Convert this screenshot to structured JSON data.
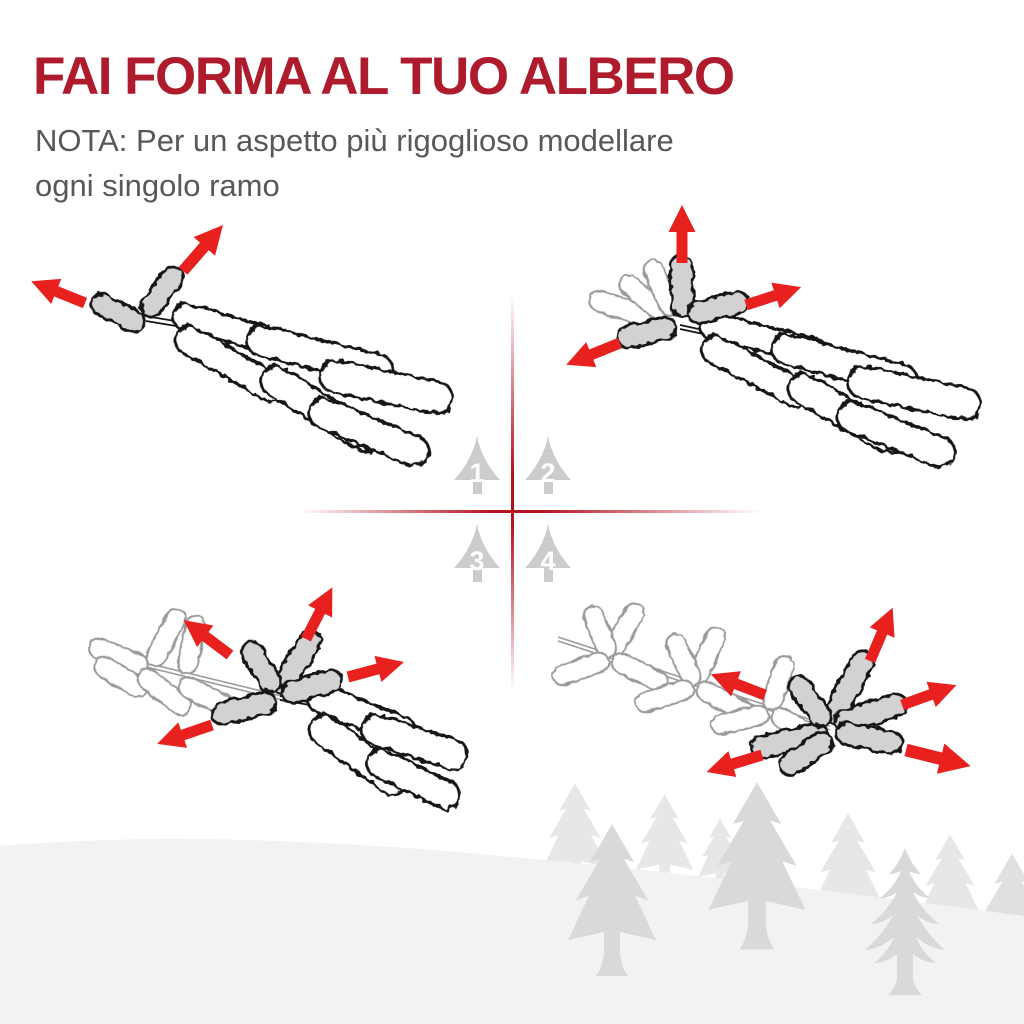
{
  "header": {
    "title": "FAI FORMA AL TUO ALBERO",
    "note_lines": [
      "NOTA: Per un aspetto più rigoglioso modellare",
      "ogni singolo ramo"
    ]
  },
  "step_legend": {
    "steps": [
      {
        "number": "1"
      },
      {
        "number": "2"
      },
      {
        "number": "3"
      },
      {
        "number": "4"
      }
    ]
  },
  "icons": {
    "step_marker": "numbered-pine-tree-icon",
    "direction_arrow": "red-bend-arrow-icon",
    "branch_sketch": "furry-branch-drawing",
    "backdrop": "pine-forest-snow-hill-silhouette"
  },
  "colors": {
    "title_red": "#AE1B2C",
    "note_gray": "#58585A",
    "arrow_red": "#E8211F",
    "cross_red": "#B5121F",
    "badge_tree_gray": "#CCCCCC",
    "badge_number_white": "#FFFFFF",
    "branch_gray_fill": "#D2D2D2",
    "branch_outline_black": "#151515",
    "ghost_outline_gray": "#9B9B9B",
    "hill_gray": "#F2F2F2",
    "forest_tree_light": "#E7E7E7",
    "forest_tree_mid": "#E0E0E0",
    "forest_tree_dark": "#D9D9D9",
    "background_white": "#FFFFFF"
  }
}
